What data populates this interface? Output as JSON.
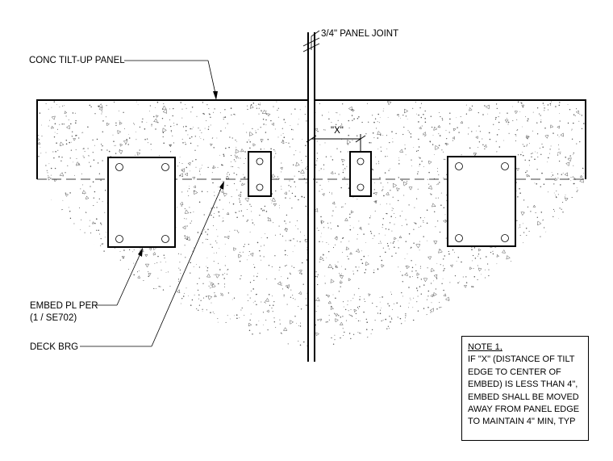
{
  "labels": {
    "panel_joint": "3/4\" PANEL JOINT",
    "tilt_up_panel": "CONC TILT-UP PANEL",
    "dimension_x": "\"X\"",
    "embed_pl_line1": "EMBED PL PER",
    "embed_pl_line2": "(1 / SE702)",
    "deck_brg": "DECK BRG"
  },
  "note": {
    "title": "NOTE 1,",
    "lines": [
      "IF \"X\" (DISTANCE OF TILT",
      "EDGE TO CENTER OF",
      "EMBED) IS LESS THAN 4\",",
      "EMBED SHALL BE MOVED",
      "AWAY FROM PANEL EDGE",
      "TO MAINTAIN 4\" MIN, TYP"
    ]
  },
  "colors": {
    "line": "#000000",
    "background": "#ffffff",
    "stipple": "#555555"
  }
}
